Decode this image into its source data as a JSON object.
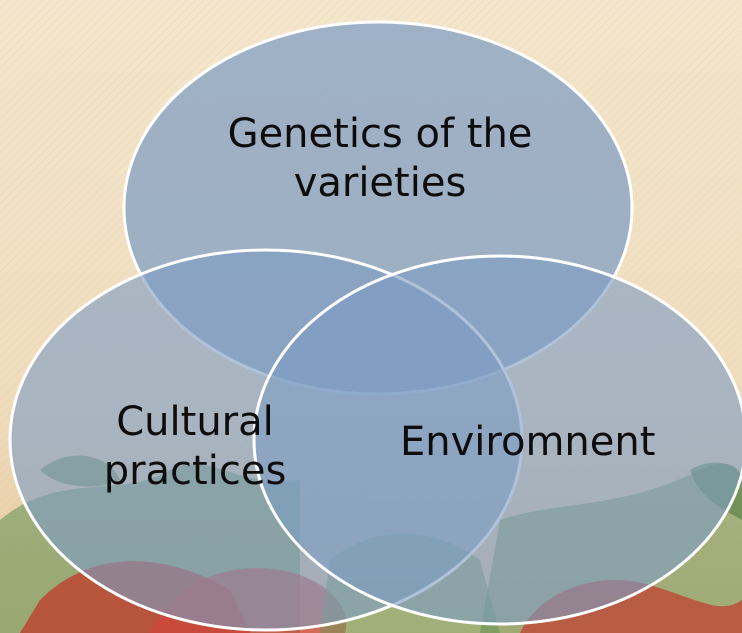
{
  "diagram": {
    "type": "venn",
    "circles": [
      {
        "id": "top",
        "label_lines": [
          "Genetics of the",
          "varieties"
        ]
      },
      {
        "id": "left",
        "label_lines": [
          "Cultural",
          "practices"
        ]
      },
      {
        "id": "right",
        "label_lines": [
          "Enviromnent"
        ]
      }
    ]
  },
  "colors": {
    "background_top": "#f3e4c8",
    "background_bottom": "#e8d2ab",
    "circle_fill": "#7e9cc4",
    "circle_stroke": "#ffffff",
    "text": "#0d0d0d"
  }
}
